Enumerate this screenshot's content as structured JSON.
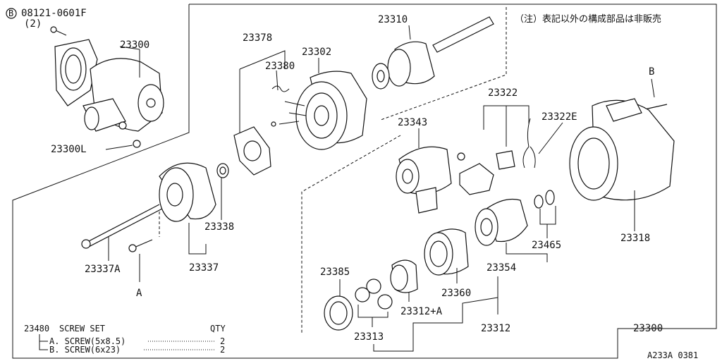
{
  "diagram_id": "A233A 0381",
  "note": "（注）表記以外の構成部品は非販売",
  "bolt_ref": {
    "code": "08121-0601F",
    "marker": "B",
    "qty": "(2)"
  },
  "marker_b": "B",
  "marker_a": "A",
  "parts": {
    "p23300_top": "23300",
    "p23300L": "23300L",
    "p23378": "23378",
    "p23380": "23380",
    "p23302": "23302",
    "p23310": "23310",
    "p23322": "23322",
    "p23322E": "23322E",
    "p23343": "23343",
    "p23338": "23338",
    "p23337": "23337",
    "p23337A": "23337A",
    "p23318": "23318",
    "p23465": "23465",
    "p23354": "23354",
    "p23360": "23360",
    "p23385": "23385",
    "p23312A": "23312+A",
    "p23313": "23313",
    "p23312": "23312",
    "p23300_main": "23300"
  },
  "screw_set": {
    "code": "23480",
    "title": "SCREW SET",
    "qty_header": "QTY",
    "items": [
      {
        "label": "A. SCREW(5x8.5)",
        "qty": "2"
      },
      {
        "label": "B. SCREW(6x23)",
        "qty": "2"
      }
    ]
  }
}
